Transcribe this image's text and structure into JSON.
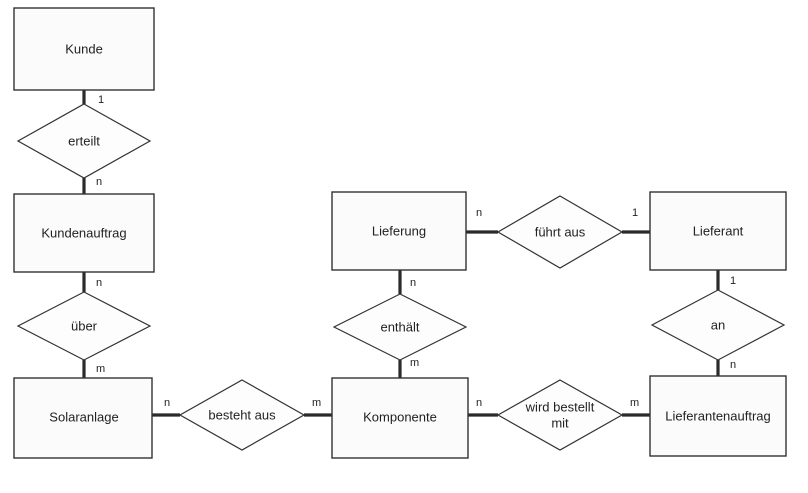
{
  "entities": {
    "kunde": "Kunde",
    "kundenauftrag": "Kundenauftrag",
    "solaranlage": "Solaranlage",
    "komponente": "Komponente",
    "lieferung": "Lieferung",
    "lieferant": "Lieferant",
    "lieferantenauftrag": "Lieferantenauftrag"
  },
  "relationships": {
    "erteilt": "erteilt",
    "ueber": "über",
    "besteht_aus": "besteht aus",
    "enthaelt": "enthält",
    "fuehrt_aus": "führt aus",
    "an": "an",
    "wird_bestellt_mit": [
      "wird bestellt",
      "mit"
    ]
  },
  "cardinalities": {
    "kunde_erteilt": "1",
    "kundenauftrag_erteilt": "n",
    "kundenauftrag_ueber": "n",
    "solaranlage_ueber": "m",
    "solaranlage_besteht": "n",
    "komponente_besteht": "m",
    "lieferung_enthaelt": "n",
    "komponente_enthaelt": "m",
    "lieferung_fuehrt": "n",
    "lieferant_fuehrt": "1",
    "lieferant_an": "1",
    "lieferantenauftrag_an": "n",
    "komponente_bestellt": "n",
    "lieferantenauftrag_bestellt": "m"
  }
}
